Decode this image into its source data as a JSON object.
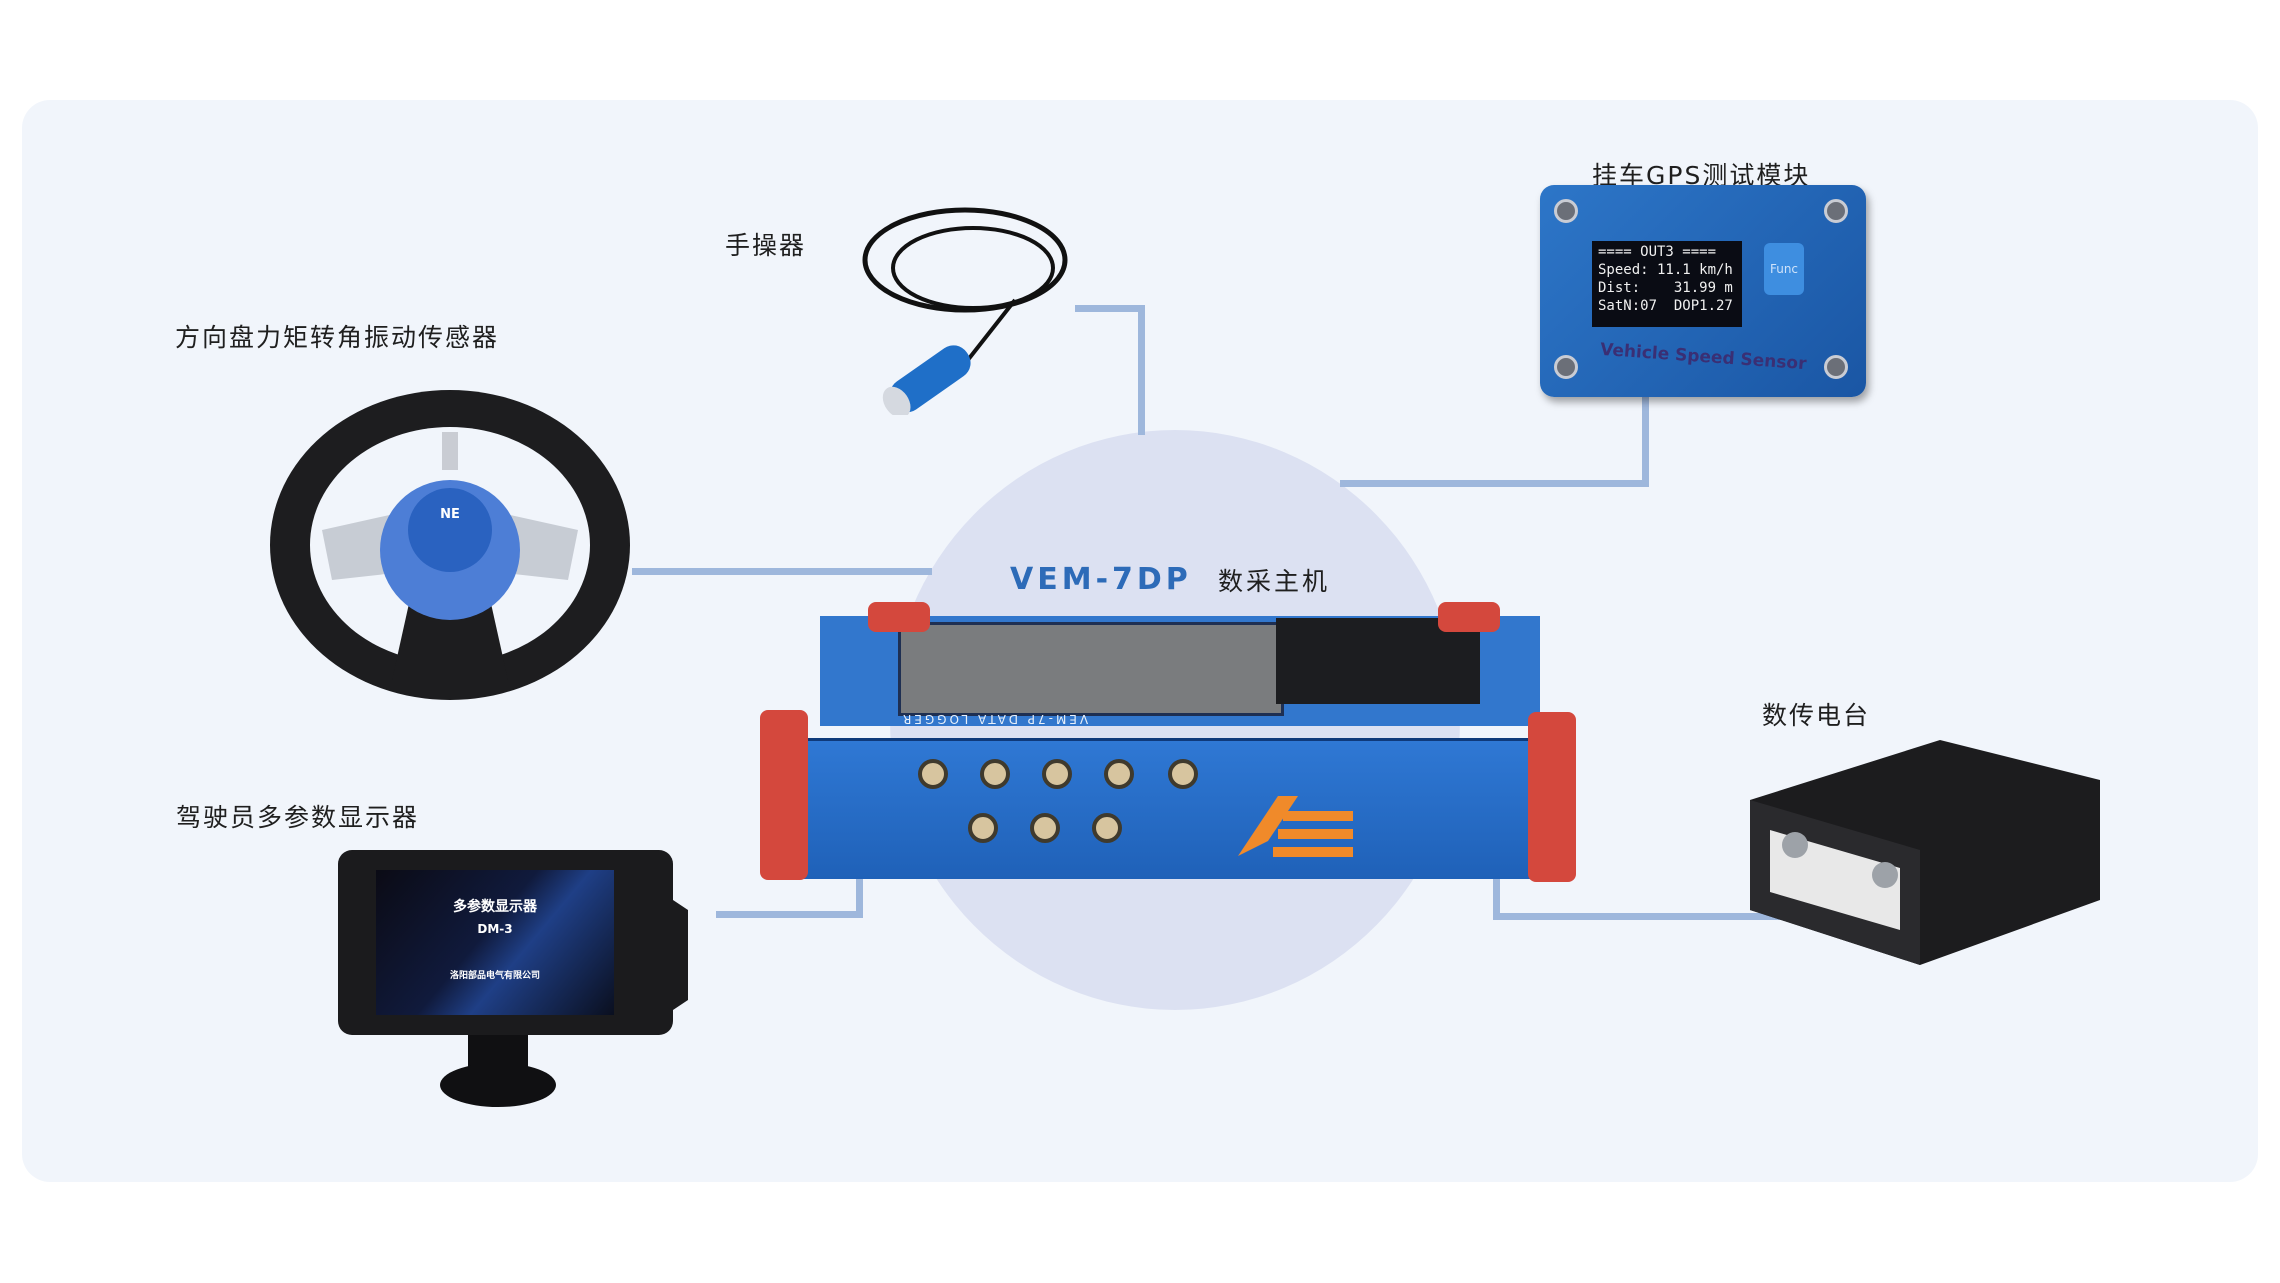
{
  "main_unit": {
    "model": "VEM-7DP",
    "name": "数采主机",
    "logger_text": "VEM-7P DATA LOGGER"
  },
  "peripherals": {
    "hand_controller": "手操器",
    "steering_sensor": "方向盘力矩转角振动传感器",
    "gps_module": "挂车GPS测试模块",
    "radio": "数传电台",
    "driver_display": "驾驶员多参数显示器"
  },
  "gps_screen": {
    "line1": "==== OUT3 ====",
    "line2": "Speed: 11.1 km/h",
    "line3": "Dist:    31.99 m",
    "line4": "SatN:07  DOP1.27",
    "func": "Func",
    "brand": "Vehicle Speed Sensor"
  },
  "display_screen": {
    "title": "多参数显示器",
    "model": "DM-3",
    "maker": "洛阳部品电气有限公司"
  },
  "colors": {
    "accent": "#2d6bb8",
    "connector_line": "#9eb7dc",
    "panel_bg": "#f1f5fb",
    "hub_circle": "#dce1f2"
  }
}
